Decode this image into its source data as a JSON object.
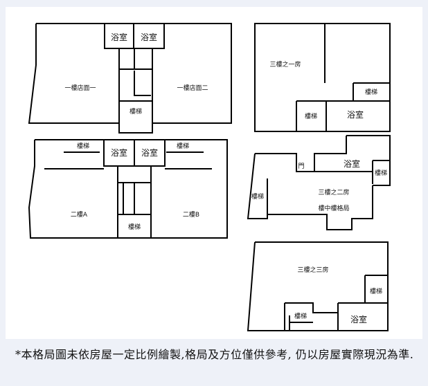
{
  "plans": {
    "floor1": {
      "room_left": "一樓店面一",
      "room_right": "一樓店面二",
      "bath_left": "浴室",
      "bath_right": "浴室",
      "stairs": "樓梯"
    },
    "floor2": {
      "stairs_top_left": "樓梯",
      "stairs_top_right": "樓梯",
      "bath_left": "浴室",
      "bath_right": "浴室",
      "room_left": "二樓A",
      "room_right": "二樓B",
      "stairs": "樓梯"
    },
    "floor3_room1": {
      "room": "三樓之一房",
      "stairs_right": "樓梯",
      "stairs": "樓梯",
      "bath": "浴室"
    },
    "floor3_room2": {
      "door": "門",
      "bath": "浴室",
      "stairs_right": "樓梯",
      "stairs_left": "樓梯",
      "room": "三樓之二房",
      "mezzanine": "樓中樓格局"
    },
    "floor3_room3": {
      "room": "三樓之三房",
      "stairs_right": "樓梯",
      "stairs": "樓梯",
      "bath": "浴室"
    }
  },
  "disclaimer": "*本格局圖未依房屋一定比例繪製,格局及方位僅供參考, 仍以房屋實際現況為準."
}
